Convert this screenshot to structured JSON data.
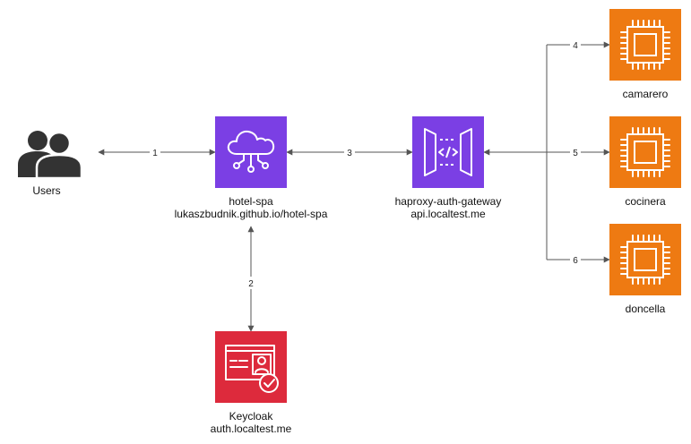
{
  "nodes": {
    "users": {
      "label": "Users",
      "icon": "users-icon"
    },
    "spa": {
      "line1": "hotel-spa",
      "line2": "lukaszbudnik.github.io/hotel-spa",
      "icon": "cloud-network-icon",
      "color": "#7b3fe4"
    },
    "gateway": {
      "line1": "haproxy-auth-gateway",
      "line2": "api.localtest.me",
      "icon": "api-gateway-icon",
      "color": "#7b3fe4"
    },
    "keycloak": {
      "line1": "Keycloak",
      "line2": "auth.localtest.me",
      "icon": "identity-card-icon",
      "color": "#dd2a3c"
    },
    "camarero": {
      "label": "camarero",
      "icon": "chip-icon",
      "color": "#ee7a12"
    },
    "cocinera": {
      "label": "cocinera",
      "icon": "chip-icon",
      "color": "#ee7a12"
    },
    "doncella": {
      "label": "doncella",
      "icon": "chip-icon",
      "color": "#ee7a12"
    }
  },
  "edges": [
    {
      "from": "users",
      "to": "hotel-spa",
      "label": "1",
      "bidirectional": true
    },
    {
      "from": "hotel-spa",
      "to": "keycloak",
      "label": "2",
      "bidirectional": true
    },
    {
      "from": "hotel-spa",
      "to": "haproxy-auth-gateway",
      "label": "3",
      "bidirectional": true
    },
    {
      "from": "haproxy-auth-gateway",
      "to": "camarero",
      "label": "4",
      "bidirectional": false
    },
    {
      "from": "haproxy-auth-gateway",
      "to": "cocinera",
      "label": "5",
      "bidirectional": false
    },
    {
      "from": "haproxy-auth-gateway",
      "to": "doncella",
      "label": "6",
      "bidirectional": false
    }
  ],
  "colors": {
    "line": "#555555",
    "label_text": "#222222"
  }
}
